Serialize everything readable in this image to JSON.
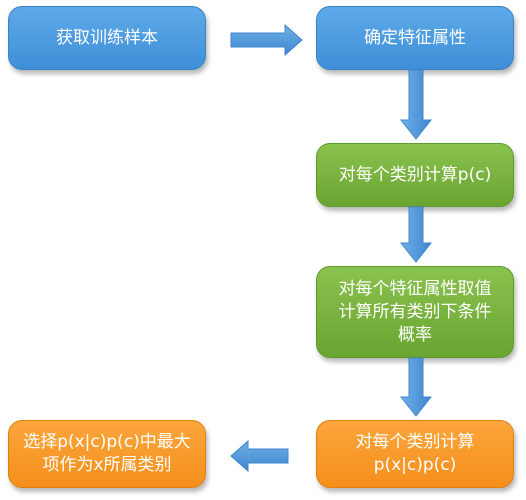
{
  "nodes": {
    "get_samples": "获取训练样本",
    "determine_features": "确定特征属性",
    "compute_pc": "对每个类别计算p(c)",
    "compute_conditional": "对每个特征属性取值\n计算所有类别下条件\n概率",
    "compute_pxc": "对每个类别计算\np(x|c)p(c)",
    "select_max": "选择p(x|c)p(c)中最大\n项作为x所属类别"
  },
  "colors": {
    "blue": "#4a9be0",
    "green": "#78b43e",
    "orange": "#f7981f",
    "arrow": "#4f9ad8"
  }
}
